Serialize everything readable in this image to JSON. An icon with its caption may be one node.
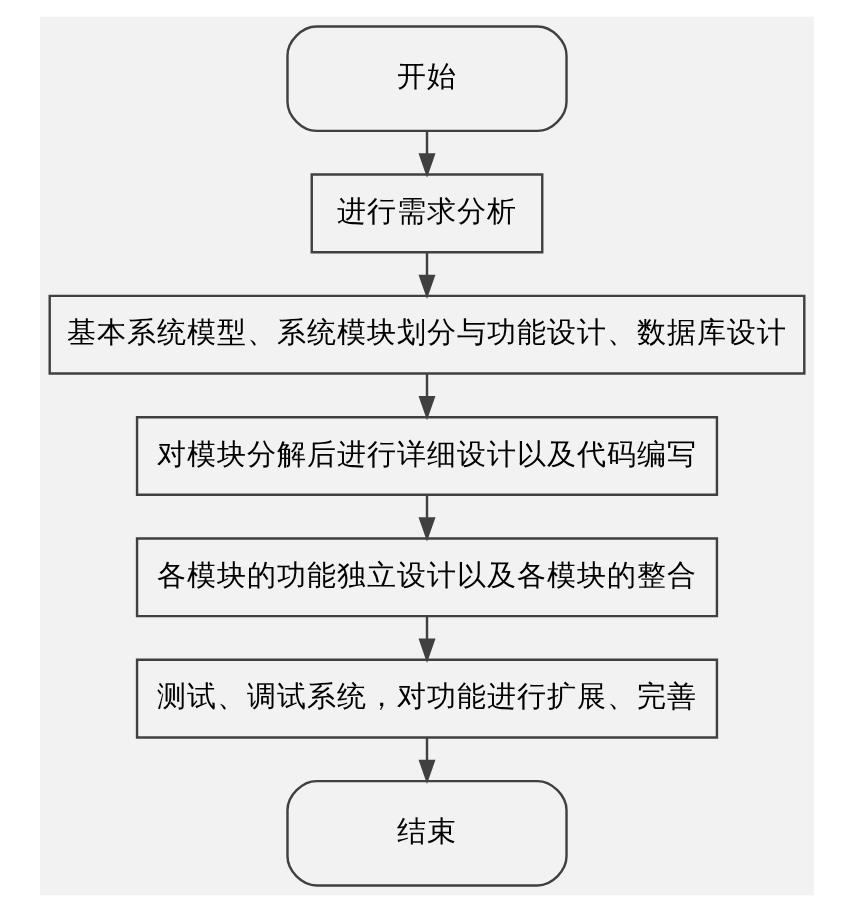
{
  "diagram": {
    "nodes": [
      {
        "text": [
          "开始"
        ]
      },
      {
        "text": [
          "进行需求分析"
        ]
      },
      {
        "text": [
          "基本系统模型、系统模块划分与功能设计、数据库设计"
        ]
      },
      {
        "text": [
          "对模块分解后进行详细设计以及代码编写"
        ]
      },
      {
        "text": [
          "各模块的功能独立设计以及各模块的整合"
        ]
      },
      {
        "text": [
          "测试、调试系统，对功能进行扩展、完善"
        ]
      },
      {
        "text": [
          "结束"
        ]
      }
    ],
    "edges": [
      {
        "from": 0,
        "to": 1,
        "arrow": "to"
      },
      {
        "from": 1,
        "to": 2,
        "arrow": "to"
      },
      {
        "from": 2,
        "to": 3,
        "arrow": "to"
      },
      {
        "from": 3,
        "to": 4,
        "arrow": "to"
      },
      {
        "from": 4,
        "to": 5,
        "arrow": "to"
      },
      {
        "from": 5,
        "to": 6,
        "arrow": "to"
      }
    ]
  }
}
